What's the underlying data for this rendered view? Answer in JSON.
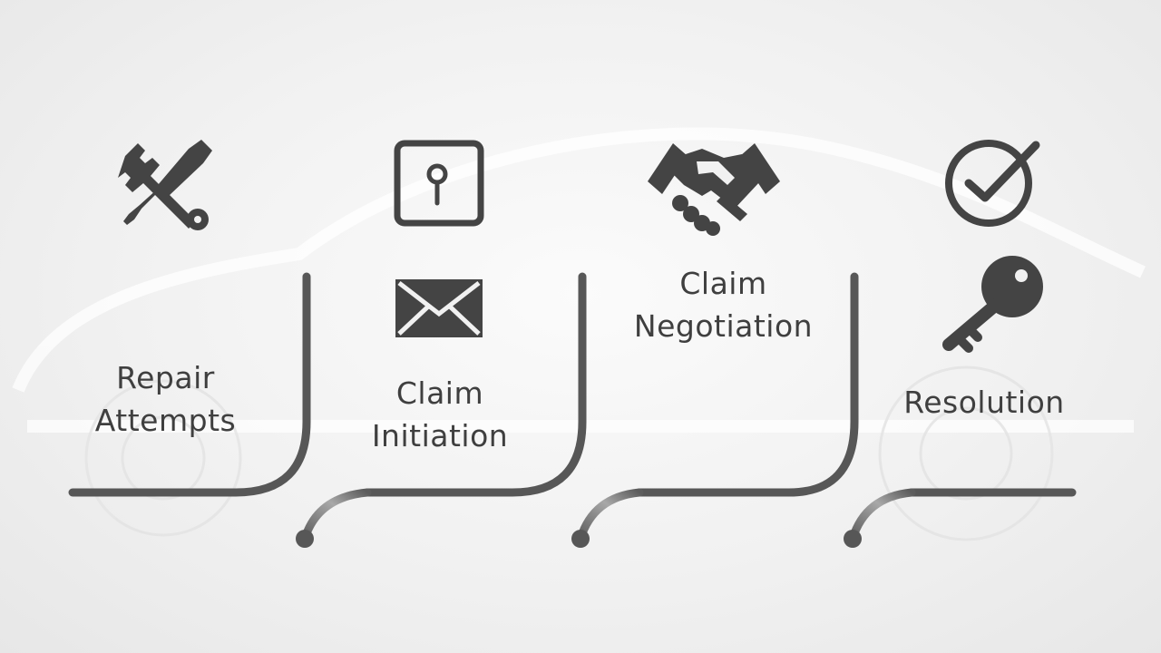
{
  "stages": [
    {
      "id": "repair",
      "label_lines": [
        "Repair",
        "Attempts"
      ],
      "icon": "wrench-screwdriver-icon"
    },
    {
      "id": "initiation",
      "label_lines": [
        "Claim",
        "Initiation"
      ],
      "icons": [
        "document-frame-icon",
        "envelope-icon"
      ]
    },
    {
      "id": "negotiation",
      "label_lines": [
        "Claim",
        "Negotiation"
      ],
      "icon": "handshake-icon"
    },
    {
      "id": "resolution",
      "label_lines": [
        "Resolution"
      ],
      "icons": [
        "check-circle-icon",
        "key-icon"
      ]
    }
  ],
  "colors": {
    "line": "#575757",
    "icon": "#444444",
    "text": "#3f3f3f",
    "background": "#f2f2f2"
  }
}
